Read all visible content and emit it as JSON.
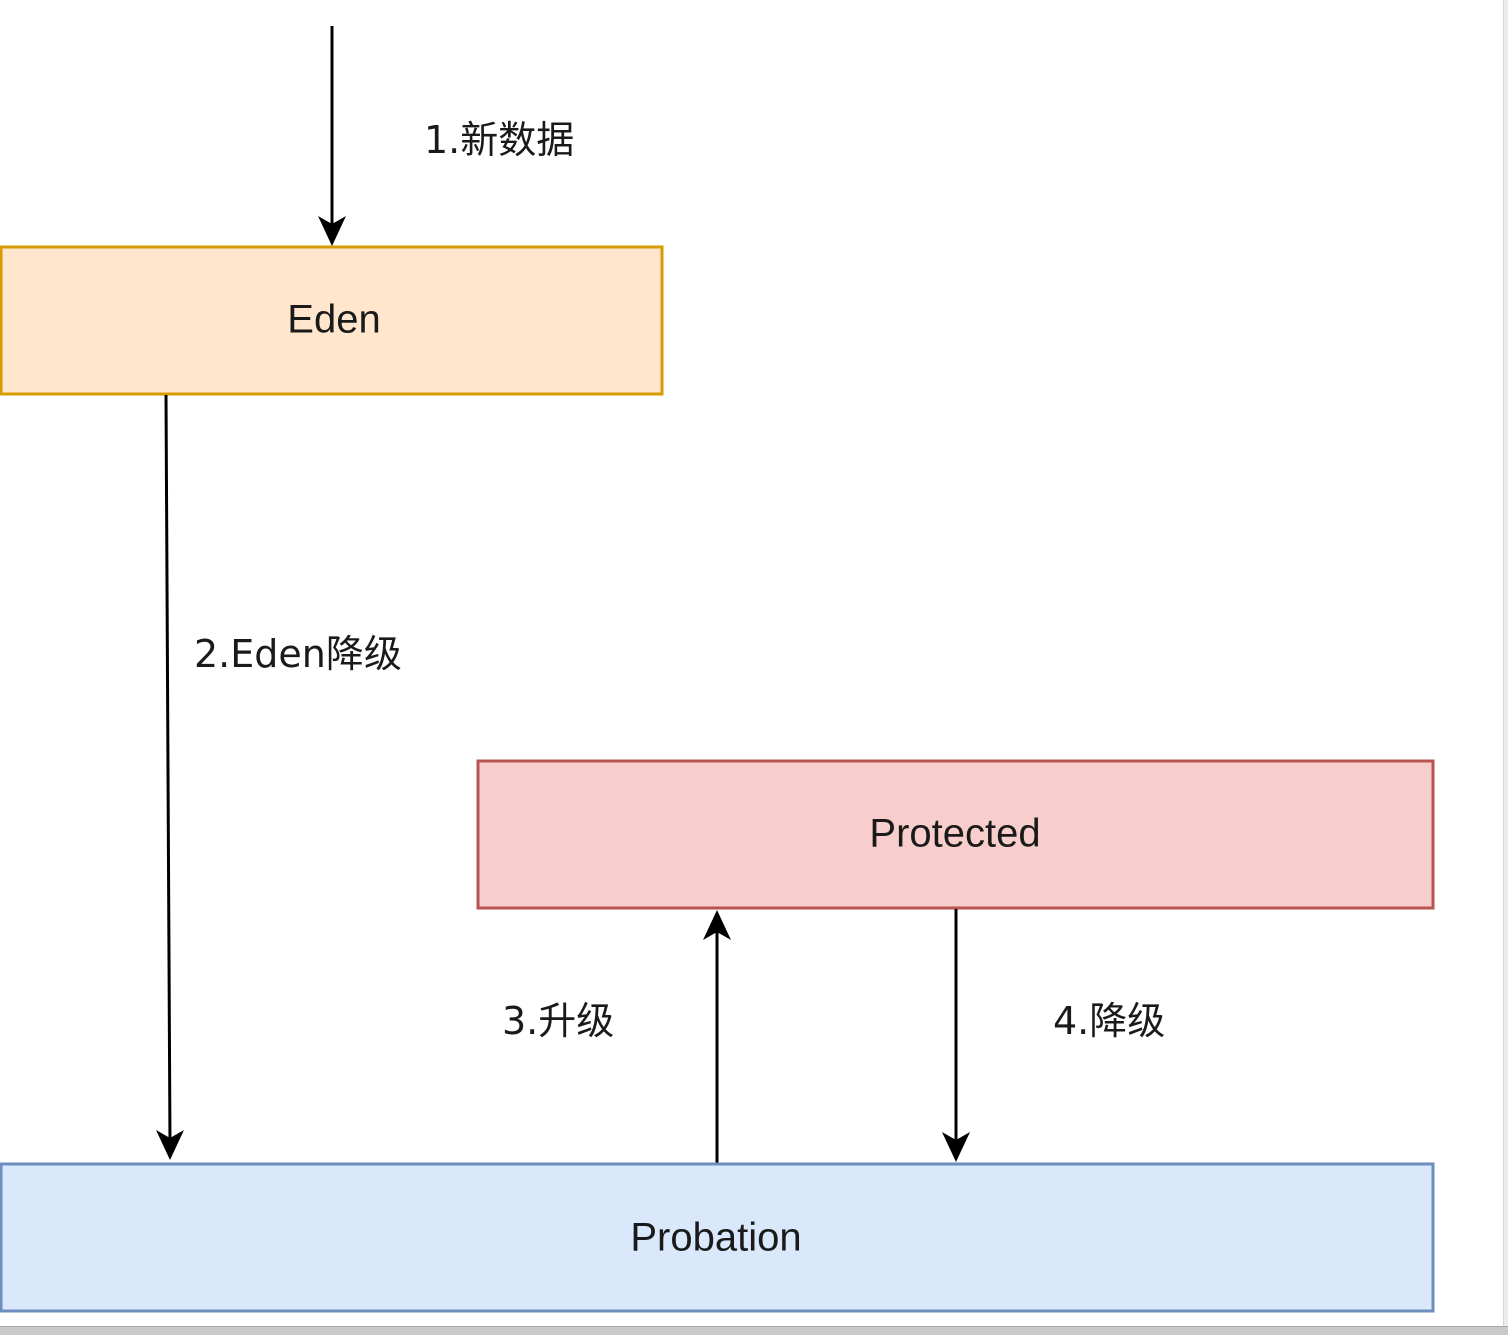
{
  "diagram": {
    "nodes": {
      "eden": {
        "label": "Eden",
        "fill": "#ffe6cc",
        "stroke": "#d79b00"
      },
      "protected": {
        "label": "Protected",
        "fill": "#f8cecc",
        "stroke": "#b85450"
      },
      "probation": {
        "label": "Probation",
        "fill": "#dae8fc",
        "stroke": "#6c8ebf"
      }
    },
    "edges": {
      "new_data": {
        "label": "1.新数据"
      },
      "eden_demote": {
        "label": "2.Eden降级"
      },
      "promote": {
        "label": "3.升级"
      },
      "demote": {
        "label": "4.降级"
      }
    }
  }
}
